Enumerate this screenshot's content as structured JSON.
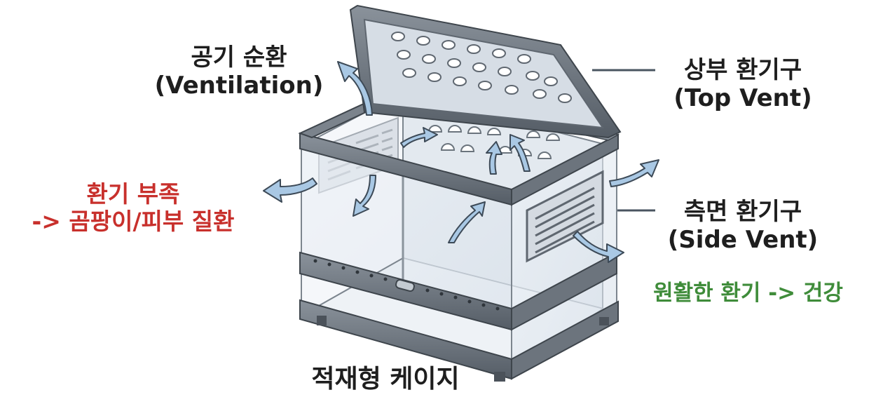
{
  "labels": {
    "ventilation": {
      "line1": "공기 순환",
      "line2": "(Ventilation)"
    },
    "top_vent": {
      "line1": "상부 환기구",
      "line2": "(Top Vent)"
    },
    "side_vent": {
      "line1": "측면 환기구",
      "line2": "(Side Vent)"
    },
    "poor_ventilation": {
      "line1": "환기 부족",
      "line2": "-> 곰팡이/피부 질환"
    },
    "good_ventilation": "원활한 환기 -> 건강",
    "title": "적재형 케이지"
  },
  "colors": {
    "frame": "#5f6770",
    "frame_light": "#8d959e",
    "glass": "#dfe6ee",
    "vent_panel": "#d4dae1",
    "airflow_arrow": "#a9c8e4",
    "arrow_stroke": "#3d4a57",
    "warning_text": "#c8302c",
    "positive_text": "#3f8c3a",
    "text": "#1e1e1e"
  },
  "icons": [
    "airflow-arrow-icon",
    "vent-hole-icon",
    "vent-slot-icon"
  ]
}
